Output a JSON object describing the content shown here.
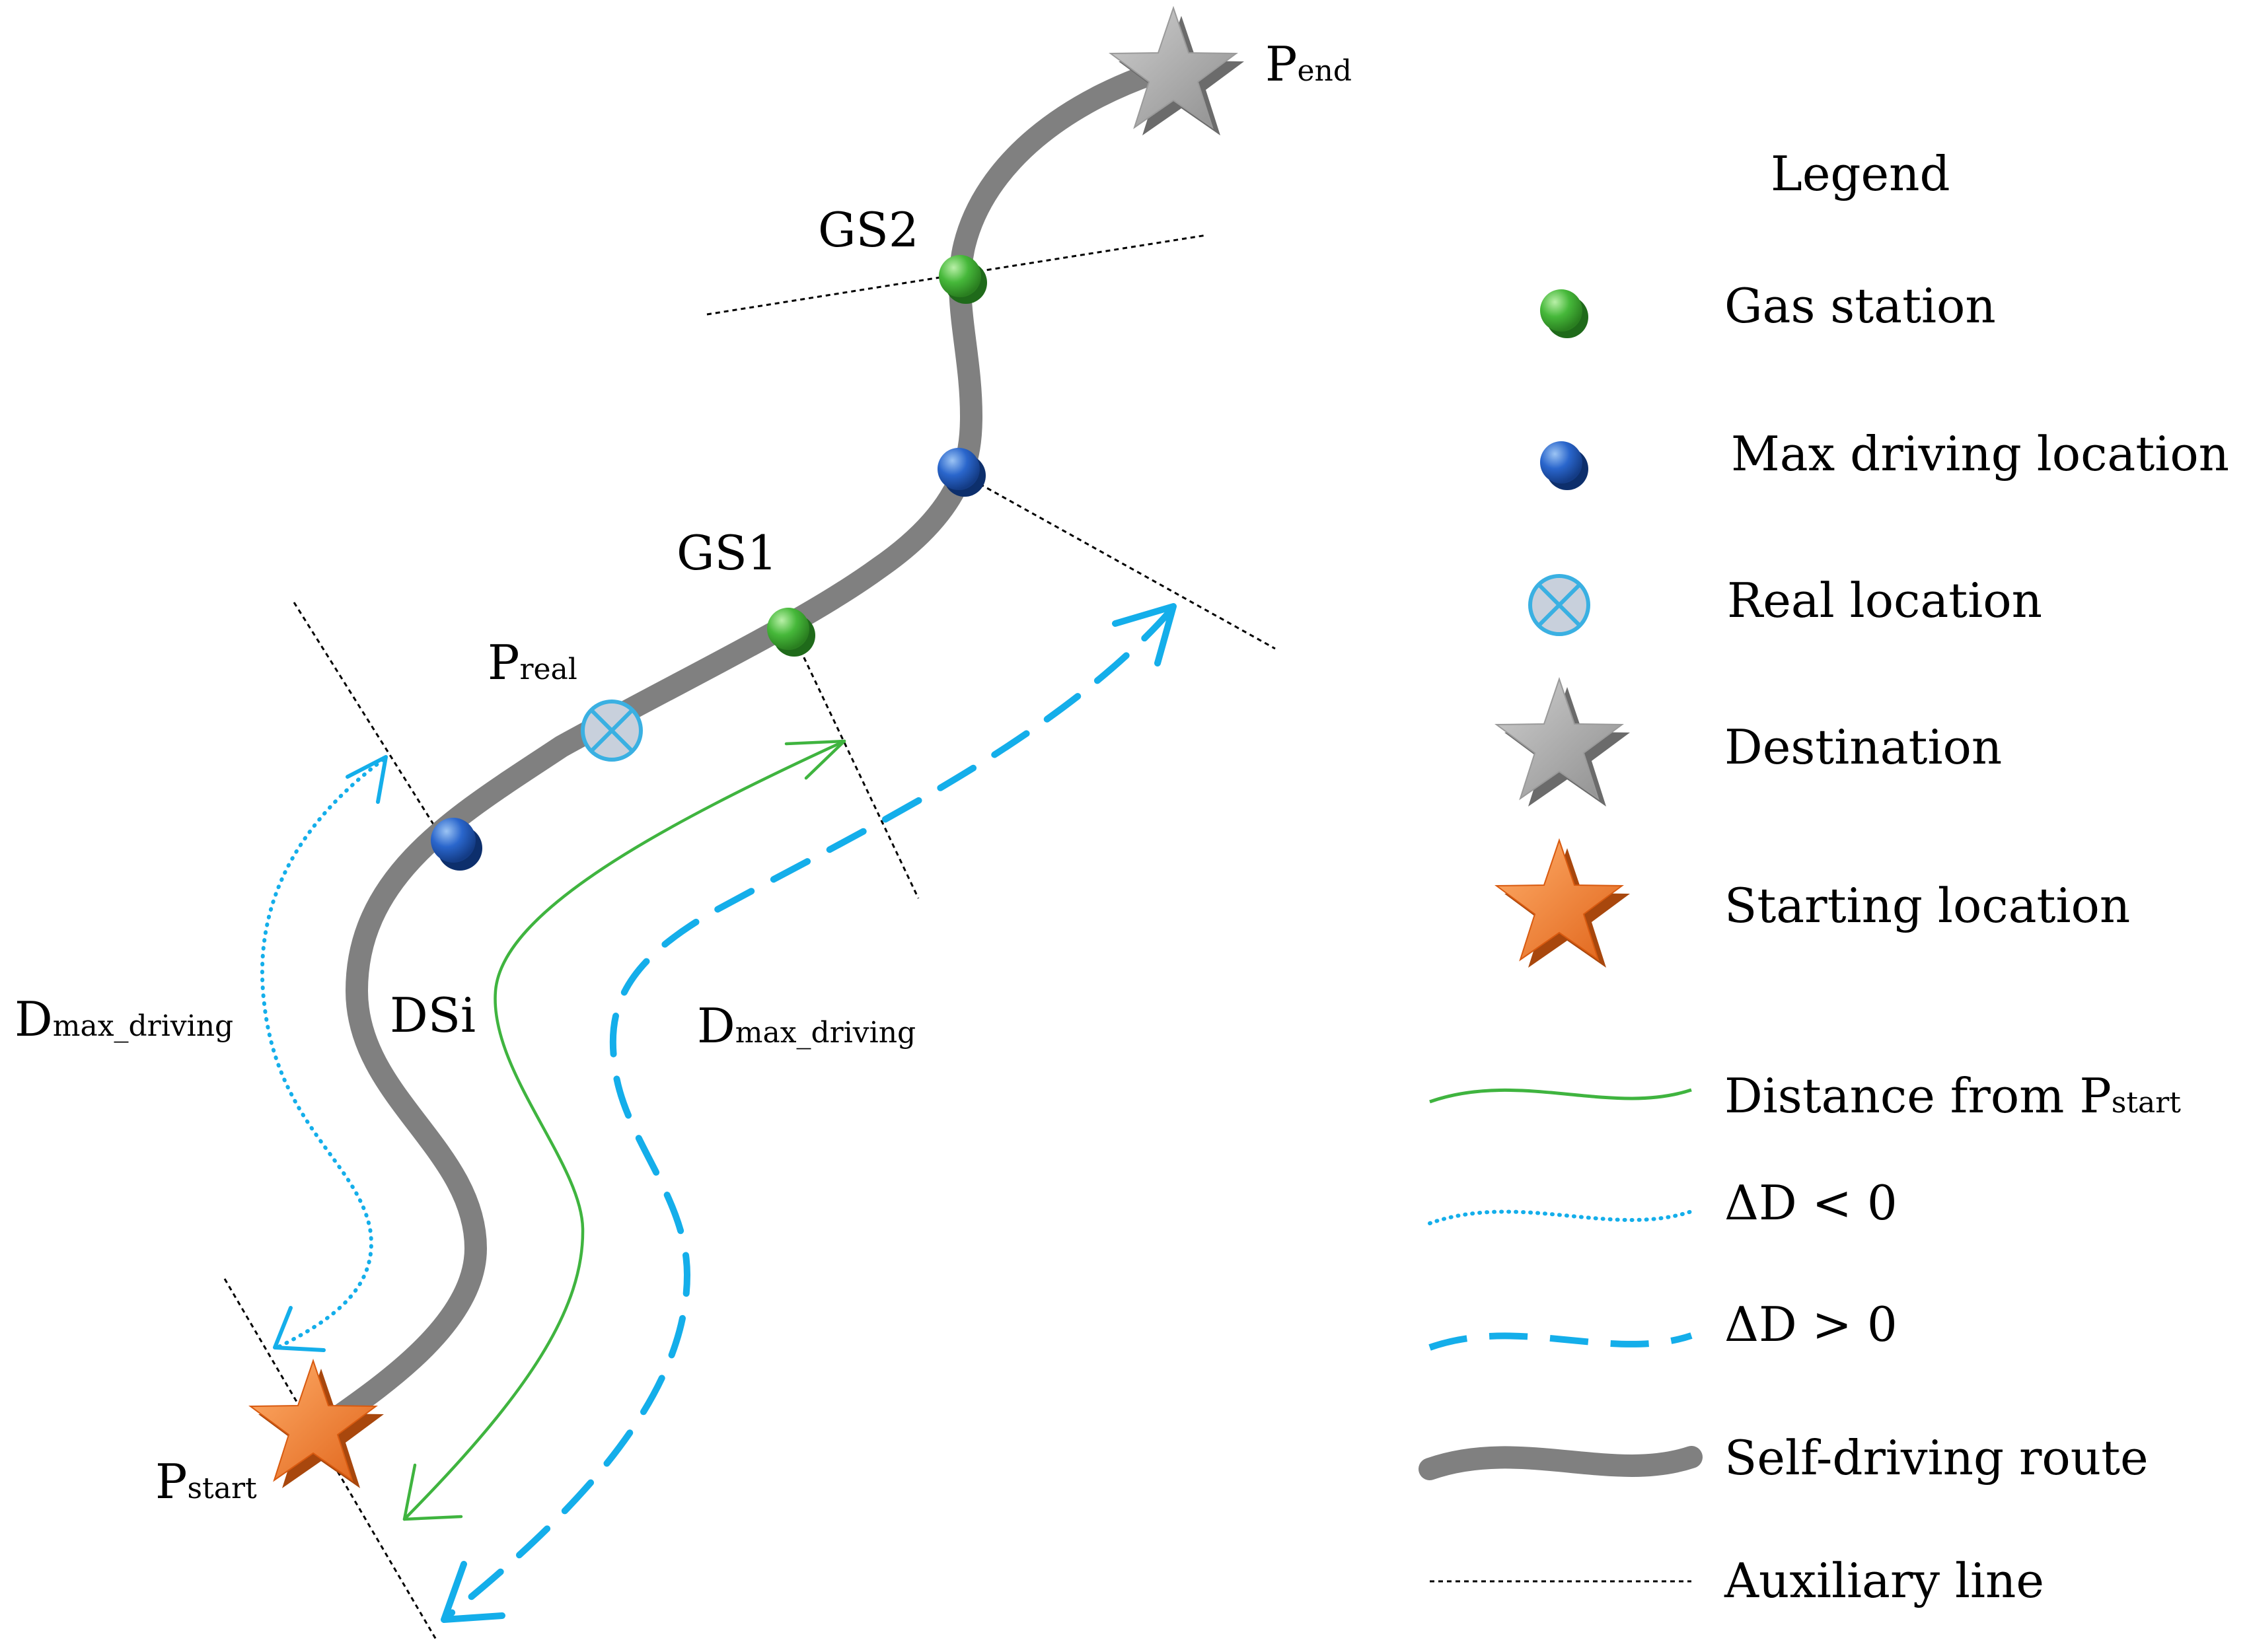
{
  "colors": {
    "route": "#808080",
    "gas_station": "#3fb43f",
    "max_driving": "#1f5fc8",
    "real_location": "#3ab0e2",
    "real_location_fill": "#c8d0dc",
    "destination": "#a6a6a6",
    "start": "#f4822c",
    "distance_line": "#3fb43f",
    "delta_line": "#14aeea",
    "aux_line": "#000000"
  },
  "labels": {
    "p_end": "P",
    "p_end_sub": "end",
    "gs2": "GS2",
    "gs1": "GS1",
    "p_real": "P",
    "p_real_sub": "real",
    "d_left": "D",
    "d_left_sub": "max_driving",
    "dsi": "DSi",
    "d_right": "D",
    "d_right_sub": "max_driving",
    "p_start": "P",
    "p_start_sub": "start"
  },
  "legend": {
    "title": "Legend",
    "items": [
      {
        "icon": "gas-station-pin-icon",
        "label": "Gas station"
      },
      {
        "icon": "max-driving-pin-icon",
        "label": "Max driving location"
      },
      {
        "icon": "real-location-icon",
        "label": "Real location"
      },
      {
        "icon": "destination-star-icon",
        "label": "Destination"
      },
      {
        "icon": "start-star-icon",
        "label": "Starting location"
      },
      {
        "icon": "green-solid-line-icon",
        "label": "Distance from P",
        "label_sub": "start"
      },
      {
        "icon": "blue-dotted-line-icon",
        "label": "ΔD < 0"
      },
      {
        "icon": "blue-dashed-line-icon",
        "label": "ΔD > 0"
      },
      {
        "icon": "gray-thick-line-icon",
        "label": "Self-driving route"
      },
      {
        "icon": "black-dashed-line-icon",
        "label": "Auxiliary line"
      }
    ]
  }
}
